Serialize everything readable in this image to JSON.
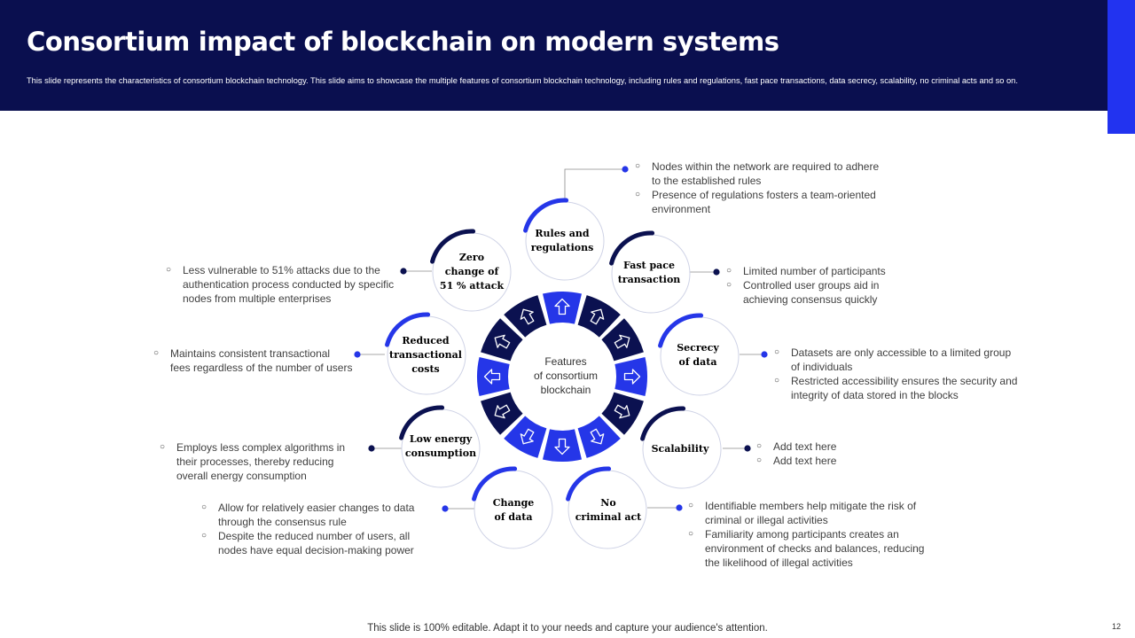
{
  "header": {
    "title": "Consortium impact of blockchain on modern systems",
    "subtitle": "This slide represents the characteristics of consortium blockchain technology. This slide aims to showcase the multiple  features of consortium blockchain technology, including rules and regulations, fast pace transactions, data secrecy, scalability, no criminal acts and so on."
  },
  "center": {
    "line1": "Features",
    "line2": "of consortium",
    "line3": "blockchain"
  },
  "colors": {
    "navy": "#0a0f4f",
    "accent": "#2233f0",
    "ring_dark": "#0b1150",
    "ring_blue": "#2536e8"
  },
  "features": [
    {
      "key": "rules",
      "line1": "Rules and",
      "line2": "regulations",
      "bullets": [
        "Nodes within the network are required to adhere to the established rules",
        "Presence of regulations fosters a team-oriented environment"
      ]
    },
    {
      "key": "fast",
      "line1": "Fast pace",
      "line2": "transaction",
      "bullets": [
        "Limited number of participants",
        "Controlled user groups aid in achieving consensus quickly"
      ]
    },
    {
      "key": "secrecy",
      "line1": "Secrecy",
      "line2": "of data",
      "bullets": [
        "Datasets are only accessible to a limited group of individuals",
        "Restricted accessibility ensures the security and integrity of data stored in the blocks"
      ]
    },
    {
      "key": "scalability",
      "line1": "Scalability",
      "line2": "",
      "bullets": [
        "Add text here",
        "Add text here"
      ]
    },
    {
      "key": "criminal",
      "line1": "No",
      "line2": "criminal  act",
      "bullets": [
        "Identifiable  members help mitigate the risk of criminal or illegal activities",
        "Familiarity among participants creates an environment  of checks and balances, reducing the likelihood of illegal activities"
      ]
    },
    {
      "key": "change",
      "line1": "Change",
      "line2": "of data",
      "bullets": [
        "Allow for relatively easier changes to data through the consensus rule",
        "Despite the reduced number of users, all nodes have equal decision-making power"
      ]
    },
    {
      "key": "energy",
      "line1": "Low energy",
      "line2": "consumption",
      "bullets": [
        "Employs less complex algorithms in their processes, thereby reducing overall  energy consumption"
      ]
    },
    {
      "key": "costs",
      "line1": "Reduced",
      "line2": "transactional",
      "line3": "costs",
      "bullets": [
        "Maintains consistent transactional fees regardless of the number of users"
      ]
    },
    {
      "key": "zero",
      "line1": "Zero",
      "line2": "change of",
      "line3": "51 % attack",
      "bullets": [
        "Less vulnerable  to 51% attacks due to the authentication process conducted by specific nodes from multiple enterprises"
      ]
    }
  ],
  "footer": {
    "text": "This slide is 100% editable. Adapt it to your needs and capture your audience's attention.",
    "page": "12"
  }
}
